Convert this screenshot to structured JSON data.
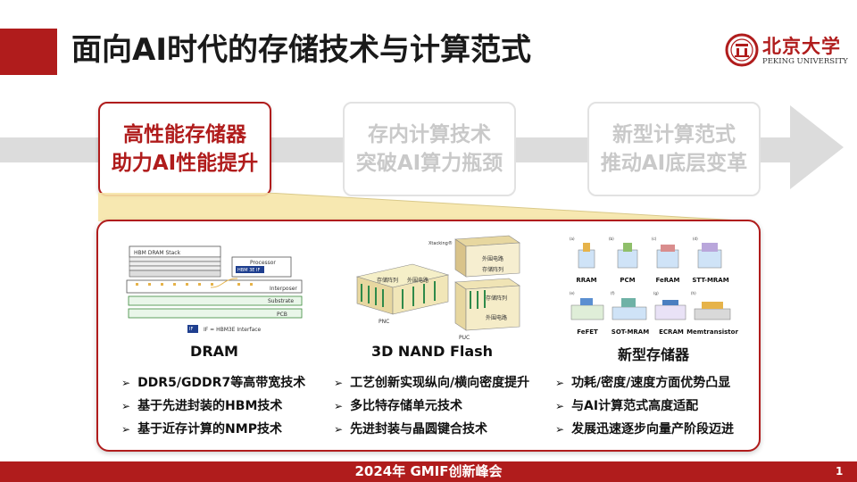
{
  "header": {
    "title": "面向AI时代的存储技术与计算范式",
    "logo_text": "北京大学",
    "logo_sub": "PEKING UNIVERSITY"
  },
  "steps": [
    {
      "line1": "高性能存储器",
      "line2": "助力AI性能提升",
      "active": true
    },
    {
      "line1": "存内计算技术",
      "line2": "突破AI算力瓶颈",
      "active": false
    },
    {
      "line1": "新型计算范式",
      "line2": "推动AI底层变革",
      "active": false
    }
  ],
  "columns": [
    {
      "caption": "DRAM",
      "diagram": {
        "stack": "HBM DRAM Stack",
        "processor": "Processor",
        "hbm_if": "HBM 3E IF",
        "interposer": "Interposer",
        "substrate": "Substrate",
        "pcb": "PCB",
        "legend_key": "IF",
        "legend_text": "IF = HBM3E Interface"
      },
      "bullets": [
        "DDR5/GDDR7等高带宽技术",
        "基于先进封装的HBM技术",
        "基于近存计算的NMP技术"
      ]
    },
    {
      "caption": "3D NAND Flash",
      "diagram": {
        "stacking": "Xtacking®",
        "array": "存储阵列",
        "periph": "外围电路",
        "pnc": "PNC",
        "puc": "PUC"
      },
      "bullets": [
        "工艺创新实现纵向/横向密度提升",
        "多比特存储单元技术",
        "先进封装与晶圆键合技术"
      ]
    },
    {
      "caption": "新型存储器",
      "diagram": {
        "row1": [
          "RRAM",
          "PCM",
          "FeRAM",
          "STT-MRAM"
        ],
        "row2": [
          "FeFET",
          "SOT-MRAM",
          "ECRAM",
          "Memtransistor"
        ],
        "sublabels": [
          "(a)",
          "(b)",
          "(c)",
          "(d)",
          "(e)",
          "(f)",
          "(g)",
          "(h)"
        ]
      },
      "bullets": [
        "功耗/密度/速度方面优势凸显",
        "与AI计算范式高度适配",
        "发展迅速逐步向量产阶段迈进"
      ]
    }
  ],
  "footer": {
    "text": "2024年 GMIF创新峰会",
    "page": "1"
  },
  "colors": {
    "accent": "#b01c1c",
    "dim_text": "#c9c9c9"
  }
}
